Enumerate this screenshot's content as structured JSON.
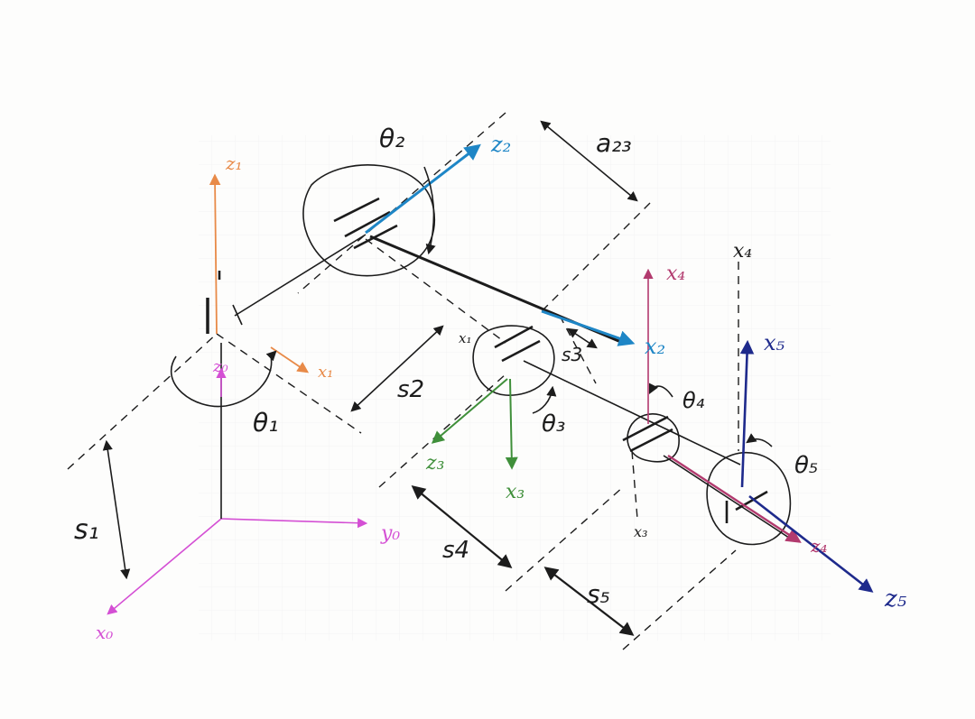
{
  "colors": {
    "ink": "#1c1c1c",
    "frame0": "#d44fd4",
    "frame1": "#e88a48",
    "frame2": "#1e86c6",
    "frame3": "#3f8f3a",
    "frame4": "#b23a6e",
    "frame5": "#1e2a8c",
    "grid": "#e6e6e6"
  },
  "labels": {
    "z0": "z₀",
    "x0": "x₀",
    "y0": "y₀",
    "z1": "z₁",
    "x1": "x₁",
    "x1_small": "x₁",
    "z2": "z₂",
    "x2": "x₂",
    "z3": "z₃",
    "x3": "x₃",
    "x3_small": "x₃",
    "x4_axis": "x₄",
    "x4_dash": "x₄",
    "z4": "z₄",
    "x5": "x₅",
    "z5": "z₅",
    "theta1": "θ₁",
    "theta2": "θ₂",
    "theta3": "θ₃",
    "theta4": "θ₄",
    "theta5": "θ₅",
    "s1": "s₁",
    "s2": "s2",
    "s3": "s3",
    "s4": "s4",
    "s5": "s₅",
    "a23": "a₂₃"
  }
}
